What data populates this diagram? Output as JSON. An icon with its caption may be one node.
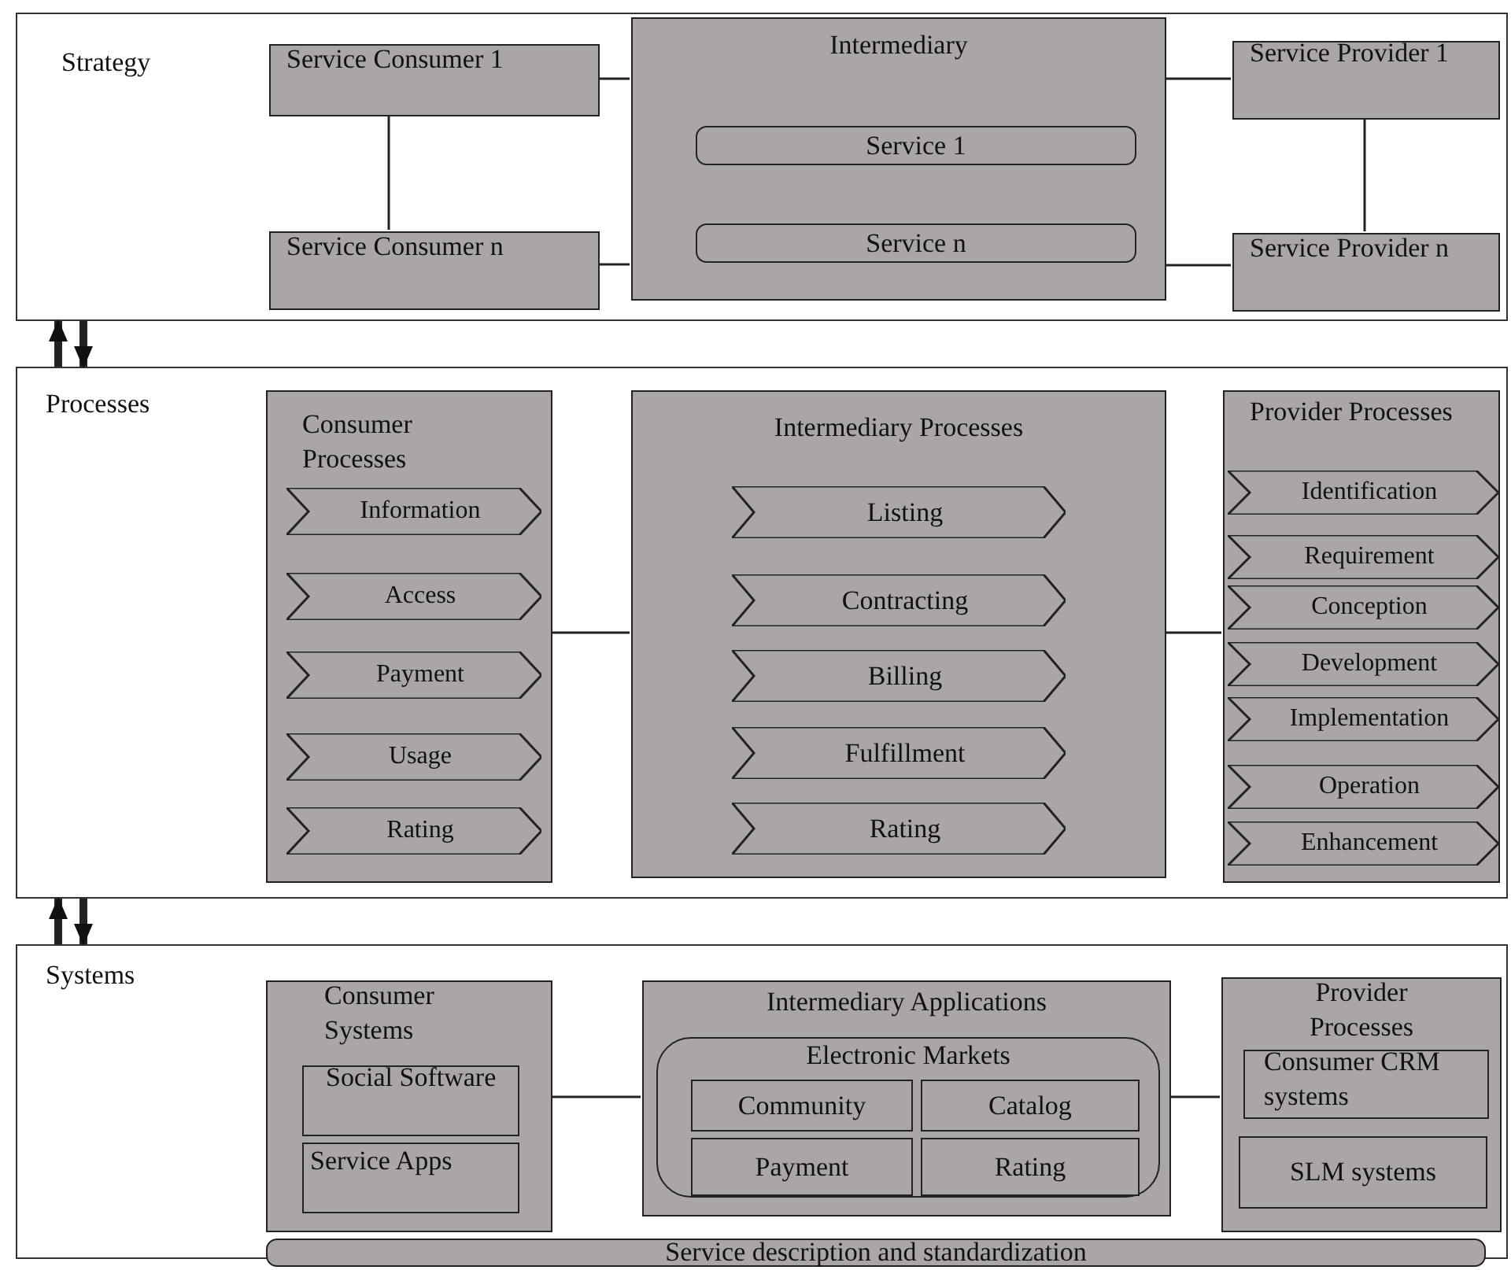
{
  "diagram": {
    "nodes": [
      {
        "text": [
          "Strategy"
        ]
      },
      {
        "text": [
          "Service Consumer 1"
        ],
        "in": 0
      },
      {
        "text": [
          "Intermediary"
        ],
        "in": 0
      },
      {
        "text": [
          "Service 1"
        ],
        "in": 2
      },
      {
        "text": [
          "Service n"
        ],
        "in": 2
      },
      {
        "text": [
          "Service Provider 1"
        ],
        "in": 0
      },
      {
        "text": [
          "Service Consumer n"
        ],
        "in": 0
      },
      {
        "text": [
          "Service Provider n"
        ],
        "in": 0
      },
      {
        "text": [
          "Processes"
        ]
      },
      {
        "text": [
          "Consumer Processes"
        ],
        "in": 8
      },
      {
        "text": [
          "Information"
        ],
        "in": 9
      },
      {
        "text": [
          "Access"
        ],
        "in": 9
      },
      {
        "text": [
          "Payment"
        ],
        "in": 9
      },
      {
        "text": [
          "Usage"
        ],
        "in": 9
      },
      {
        "text": [
          "Rating"
        ],
        "in": 9
      },
      {
        "text": [
          "Intermediary Processes"
        ],
        "in": 8
      },
      {
        "text": [
          "Listing"
        ],
        "in": 15
      },
      {
        "text": [
          "Contracting"
        ],
        "in": 15
      },
      {
        "text": [
          "Billing"
        ],
        "in": 15
      },
      {
        "text": [
          "Fulfillment"
        ],
        "in": 15
      },
      {
        "text": [
          "Rating"
        ],
        "in": 15
      },
      {
        "text": [
          "Provider Processes"
        ],
        "in": 8
      },
      {
        "text": [
          "Identification"
        ],
        "in": 21
      },
      {
        "text": [
          "Requirement"
        ],
        "in": 21
      },
      {
        "text": [
          "Conception"
        ],
        "in": 21
      },
      {
        "text": [
          "Development"
        ],
        "in": 21
      },
      {
        "text": [
          "Implementation"
        ],
        "in": 21
      },
      {
        "text": [
          "Operation"
        ],
        "in": 21
      },
      {
        "text": [
          "Enhancement"
        ],
        "in": 21
      },
      {
        "text": [
          "Systems"
        ]
      },
      {
        "text": [
          "Consumer Systems"
        ],
        "in": 29
      },
      {
        "text": [
          "Social Software"
        ],
        "in": 30
      },
      {
        "text": [
          "Service Apps"
        ],
        "in": 30
      },
      {
        "text": [
          "Intermediary Applications"
        ],
        "in": 29
      },
      {
        "text": [
          "Electronic Markets"
        ],
        "in": 33
      },
      {
        "text": [
          "Community"
        ],
        "in": 34
      },
      {
        "text": [
          "Catalog"
        ],
        "in": 34
      },
      {
        "text": [
          "Payment"
        ],
        "in": 34
      },
      {
        "text": [
          "Rating"
        ],
        "in": 34
      },
      {
        "text": [
          "Provider Processes"
        ],
        "in": 29
      },
      {
        "text": [
          "Consumer CRM systems"
        ],
        "in": 39
      },
      {
        "text": [
          "SLM systems"
        ],
        "in": 39
      },
      {
        "text": [
          "Service description and standardization"
        ],
        "in": 29
      }
    ],
    "edges": [
      {
        "from": 1,
        "to": 2,
        "arrow": "none"
      },
      {
        "from": 6,
        "to": 2,
        "arrow": "none"
      },
      {
        "from": 1,
        "to": 6,
        "arrow": "none"
      },
      {
        "from": 2,
        "to": 5,
        "arrow": "none"
      },
      {
        "from": 2,
        "to": 7,
        "arrow": "none"
      },
      {
        "from": 5,
        "to": 7,
        "arrow": "none"
      },
      {
        "from": 8,
        "to": 0,
        "arrow": "to",
        "style": "thick"
      },
      {
        "from": 0,
        "to": 8,
        "arrow": "to",
        "style": "thick"
      },
      {
        "from": 9,
        "to": 15,
        "arrow": "none"
      },
      {
        "from": 15,
        "to": 21,
        "arrow": "none"
      },
      {
        "from": 29,
        "to": 8,
        "arrow": "to",
        "style": "thick"
      },
      {
        "from": 8,
        "to": 29,
        "arrow": "to",
        "style": "thick"
      },
      {
        "from": 30,
        "to": 33,
        "arrow": "none"
      },
      {
        "from": 33,
        "to": 39,
        "arrow": "none"
      }
    ]
  }
}
